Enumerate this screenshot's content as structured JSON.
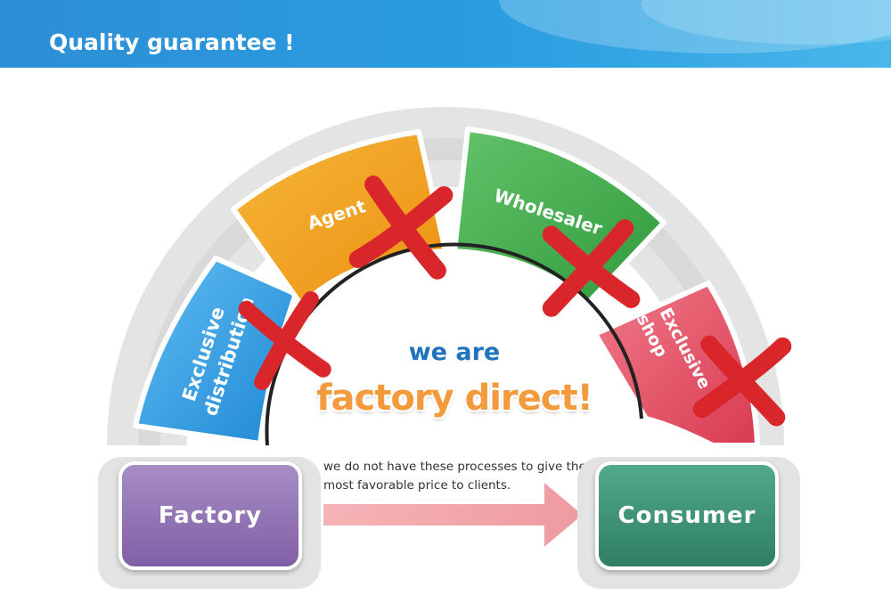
{
  "header": {
    "title": "Quality guarantee !"
  },
  "segments": [
    {
      "id": "exclusive-distribution",
      "lines": [
        "Exclusive",
        "distribution"
      ],
      "color": "#2b9be3",
      "crossed": true
    },
    {
      "id": "agent",
      "lines": [
        "Agent"
      ],
      "color": "#f0a41e",
      "crossed": true
    },
    {
      "id": "wholesaler",
      "lines": [
        "Wholesaler"
      ],
      "color": "#3fae4a",
      "crossed": true
    },
    {
      "id": "exclusive-shop",
      "lines": [
        "Exclusive",
        "shop"
      ],
      "color": "#e24d62",
      "crossed": true
    }
  ],
  "center": {
    "line1": "we are",
    "line2": "factory direct!"
  },
  "note": {
    "text": "we do not have these processes to give the most favorable price to clients."
  },
  "factory": {
    "label": "Factory"
  },
  "consumer": {
    "label": "Consumer"
  },
  "colors": {
    "header": "#2d8fd6",
    "arrow": "#f0a3a8",
    "cross": "#d9262b",
    "center_top": "#1e73be",
    "center_big": "#f39a3c"
  },
  "icons": {
    "cross": "x-cross-icon",
    "arrow": "right-arrow-icon"
  }
}
